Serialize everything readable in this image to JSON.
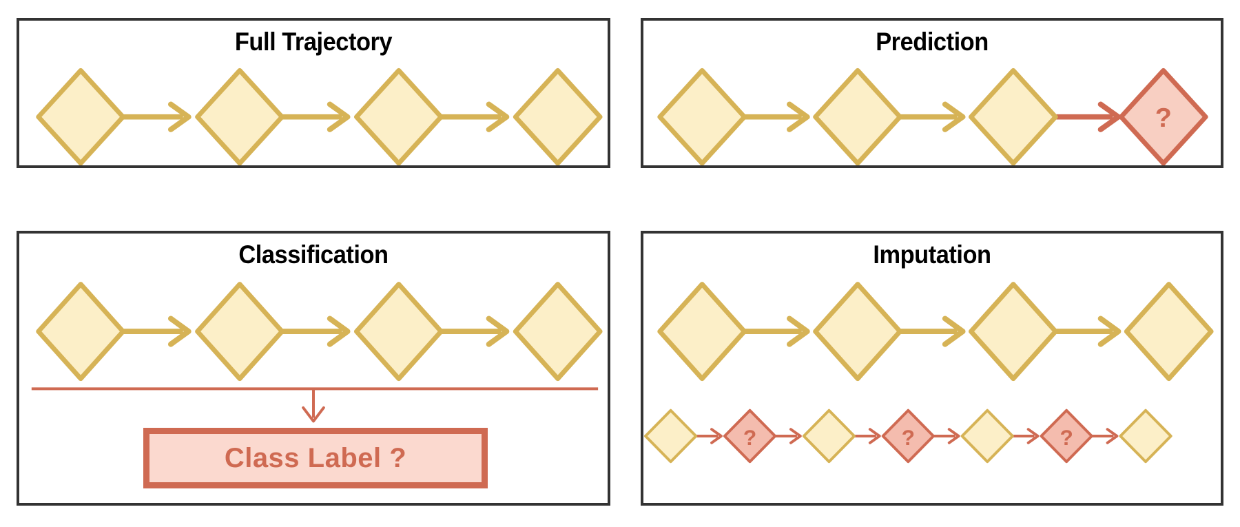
{
  "figure": {
    "background_color": "#ffffff",
    "panel_border_color": "#333333",
    "colors": {
      "observed_fill": "#FCEFC8",
      "observed_stroke": "#D6B356",
      "unknown_fill": "#F8CFC2",
      "unknown_stroke": "#CF6A52",
      "unknown_text": "#CF6A52",
      "title_text": "#000000"
    }
  },
  "panels": [
    {
      "id": "full-trajectory",
      "title": "Full Trajectory",
      "position": "top-left",
      "sequence": [
        {
          "type": "observed",
          "label": ""
        },
        {
          "type": "observed",
          "label": ""
        },
        {
          "type": "observed",
          "label": ""
        },
        {
          "type": "observed",
          "label": ""
        }
      ],
      "arrows": [
        "observed",
        "observed",
        "observed"
      ]
    },
    {
      "id": "prediction",
      "title": "Prediction",
      "position": "top-right",
      "sequence": [
        {
          "type": "observed",
          "label": ""
        },
        {
          "type": "observed",
          "label": ""
        },
        {
          "type": "observed",
          "label": ""
        },
        {
          "type": "unknown",
          "label": "?"
        }
      ],
      "arrows": [
        "observed",
        "observed",
        "unknown"
      ]
    },
    {
      "id": "classification",
      "title": "Classification",
      "position": "bottom-left",
      "sequence": [
        {
          "type": "observed",
          "label": ""
        },
        {
          "type": "observed",
          "label": ""
        },
        {
          "type": "observed",
          "label": ""
        },
        {
          "type": "observed",
          "label": ""
        }
      ],
      "arrows": [
        "observed",
        "observed",
        "observed"
      ],
      "output_box": {
        "label": "Class Label ?",
        "fill": "#FBD9CF",
        "border": "#CF6A52"
      }
    },
    {
      "id": "imputation",
      "title": "Imputation",
      "position": "bottom-right",
      "top_sequence": [
        {
          "type": "observed",
          "label": ""
        },
        {
          "type": "observed",
          "label": ""
        },
        {
          "type": "observed",
          "label": ""
        },
        {
          "type": "observed",
          "label": ""
        }
      ],
      "top_arrows": [
        "observed",
        "observed",
        "observed"
      ],
      "bottom_sequence": [
        {
          "type": "observed",
          "label": ""
        },
        {
          "type": "unknown",
          "label": "?"
        },
        {
          "type": "observed",
          "label": ""
        },
        {
          "type": "unknown",
          "label": "?"
        },
        {
          "type": "observed",
          "label": ""
        },
        {
          "type": "unknown",
          "label": "?"
        },
        {
          "type": "observed",
          "label": ""
        }
      ],
      "bottom_arrows": [
        "unknown",
        "unknown",
        "unknown",
        "unknown",
        "unknown",
        "unknown"
      ]
    }
  ]
}
